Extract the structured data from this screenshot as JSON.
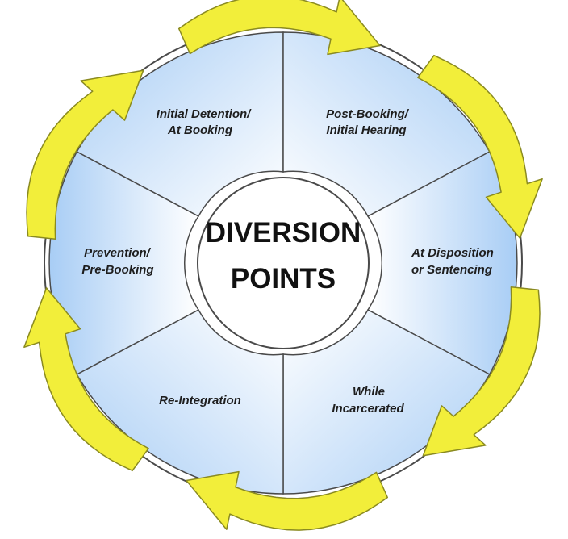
{
  "center": {
    "line1": "DIVERSION",
    "line2": "POINTS"
  },
  "segments": [
    {
      "line1": "Initial Detention/",
      "line2": "At Booking"
    },
    {
      "line1": "Post-Booking/",
      "line2": "Initial Hearing"
    },
    {
      "line1": "At Disposition",
      "line2": "or Sentencing"
    },
    {
      "line1": "While",
      "line2": "Incarcerated"
    },
    {
      "line1": "Re-Integration",
      "line2": ""
    },
    {
      "line1": "Prevention/",
      "line2": "Pre-Booking"
    }
  ],
  "colors": {
    "segment_edge": "#a8cdf5",
    "segment_center": "#ffffff",
    "outline": "#4a4a4a",
    "arrow_fill": "#f2ee3a",
    "arrow_stroke": "#8a8a20"
  }
}
